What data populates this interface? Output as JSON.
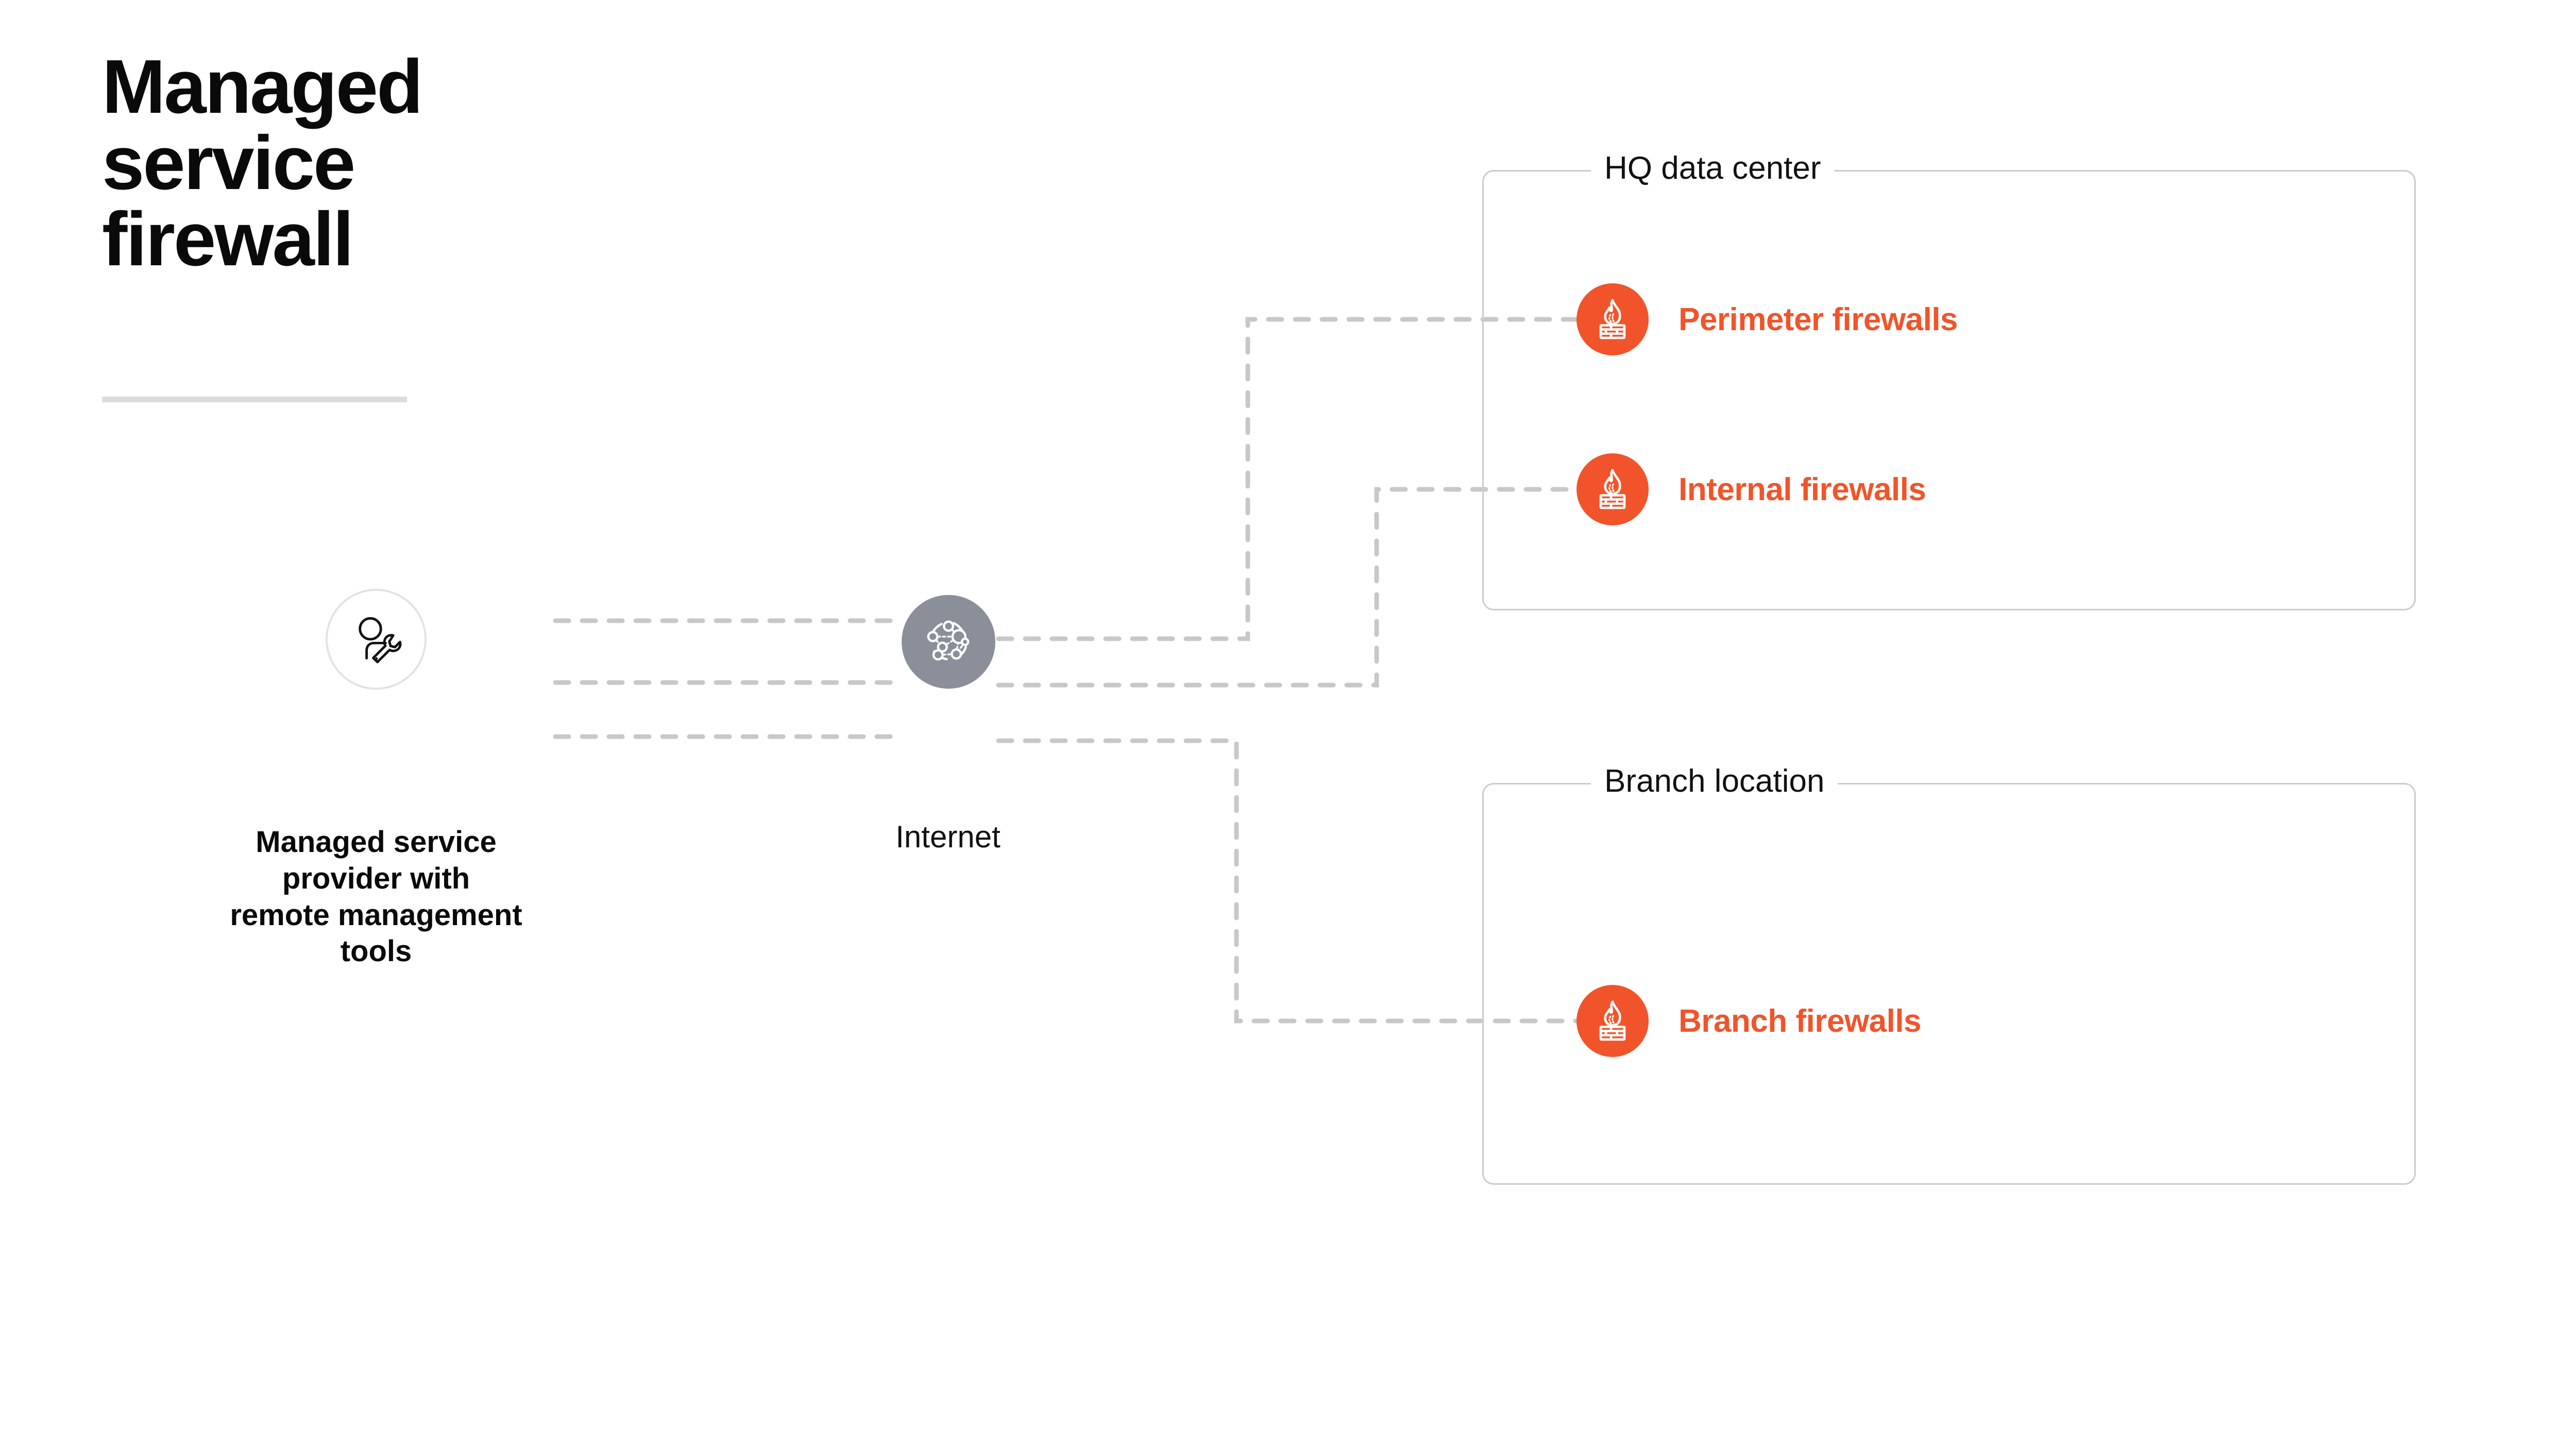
{
  "page": {
    "background": "#ffffff",
    "accent_orange": "#F1542A",
    "node_gray": "#8a8f99",
    "border_gray": "#cccccc",
    "rule_gray": "#dcdcdc"
  },
  "title": {
    "text": "Managed\nservice\nfirewall"
  },
  "nodes": {
    "msp": {
      "icon": "person-with-wrench-icon",
      "caption": "Managed service\nprovider with\nremote management\ntools"
    },
    "internet": {
      "icon": "network-globe-icon",
      "caption": "Internet"
    }
  },
  "groups": [
    {
      "id": "hq-data-center",
      "label": "HQ data center",
      "items": [
        {
          "id": "perimeter-firewalls",
          "label": "Perimeter firewalls",
          "icon": "firewall-flame-icon",
          "color": "#F1542A"
        },
        {
          "id": "internal-firewalls",
          "label": "Internal firewalls",
          "icon": "firewall-flame-icon",
          "color": "#F1542A"
        }
      ]
    },
    {
      "id": "branch-location",
      "label": "Branch location",
      "items": [
        {
          "id": "branch-firewalls",
          "label": "Branch firewalls",
          "icon": "firewall-flame-icon",
          "color": "#F1542A"
        }
      ]
    }
  ],
  "connections": [
    {
      "from": "msp",
      "to": "internet",
      "style": "dashed"
    },
    {
      "from": "msp",
      "to": "internet",
      "style": "dashed"
    },
    {
      "from": "msp",
      "to": "internet",
      "style": "dashed"
    },
    {
      "from": "internet",
      "to": "perimeter-firewalls",
      "style": "dashed"
    },
    {
      "from": "internet",
      "to": "internal-firewalls",
      "style": "dashed"
    },
    {
      "from": "internet",
      "to": "branch-firewalls",
      "style": "dashed"
    }
  ]
}
